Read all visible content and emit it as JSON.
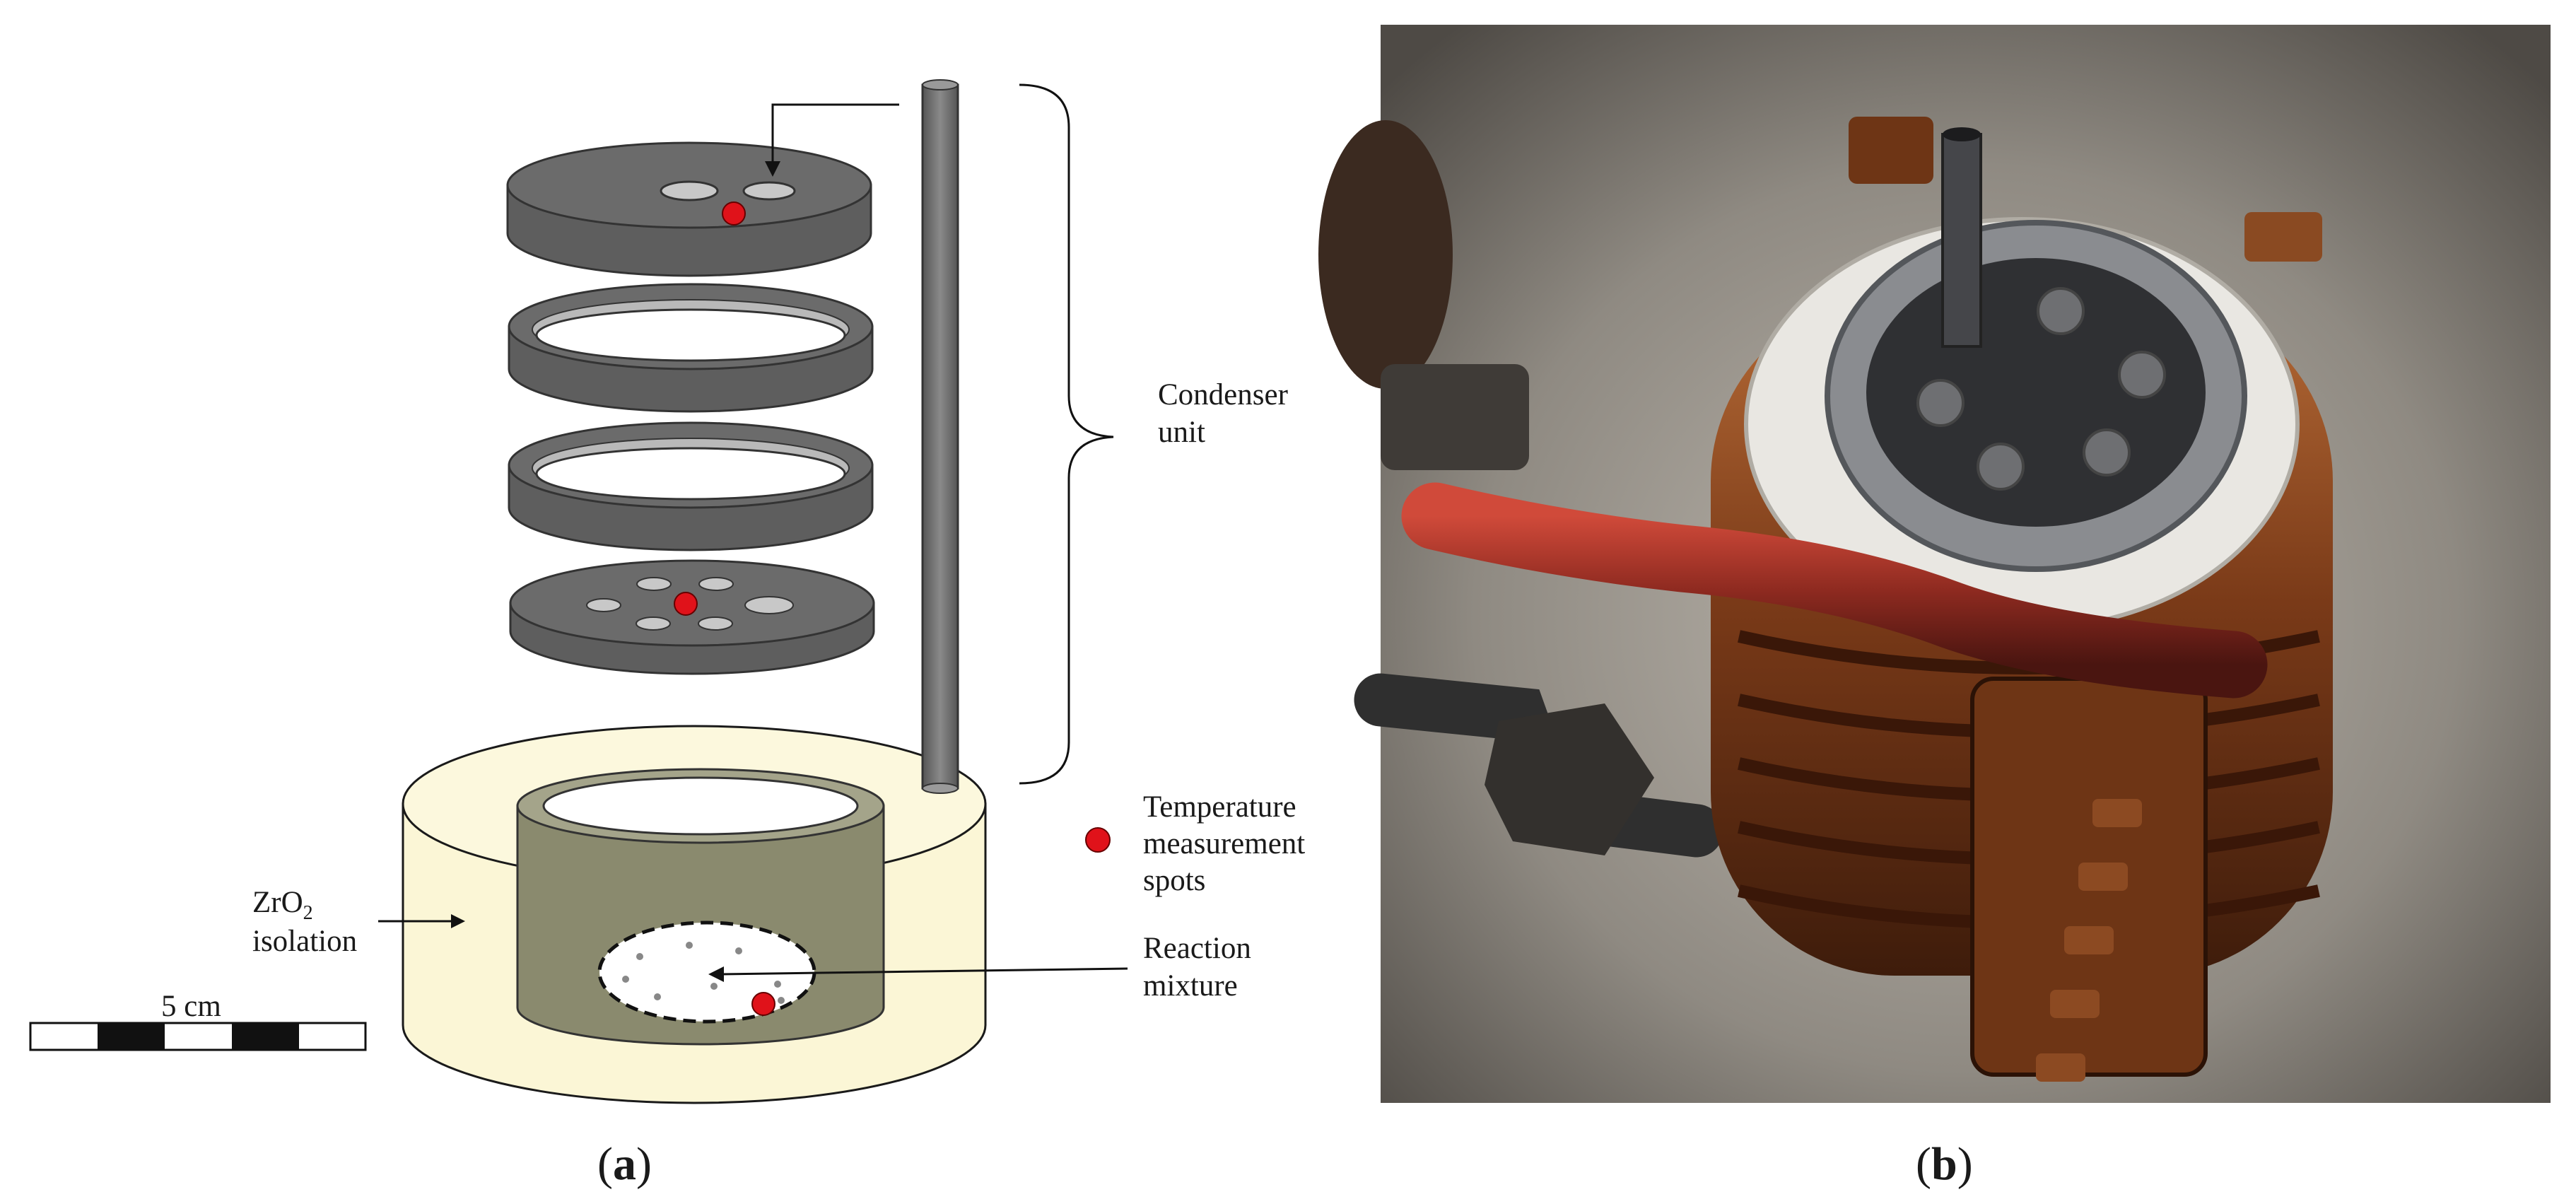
{
  "panel_a": {
    "caption_open": "(",
    "caption_letter": "a",
    "caption_close": ")",
    "condenser_label_line1": "Condenser",
    "condenser_label_line2": "unit",
    "temperature_label_line1": "Temperature",
    "temperature_label_line2": "measurement",
    "temperature_label_line3": "spots",
    "reaction_label_line1": "Reaction",
    "reaction_label_line2": "mixture",
    "isolation_label_zr": "ZrO",
    "isolation_label_sub": "2",
    "isolation_label_line2": "isolation",
    "scale_bar_label": "5 cm"
  },
  "panel_b": {
    "caption_open": "(",
    "caption_letter": "b",
    "caption_close": ")"
  },
  "colors": {
    "steel_gray": "#6b6b6b",
    "steel_dark": "#4a4a4a",
    "isolation_fill": "#fbf6d6",
    "crucible_fill": "#8a8a6e",
    "temperature_marker": "#e0121a",
    "copper": "#8a4a22"
  }
}
